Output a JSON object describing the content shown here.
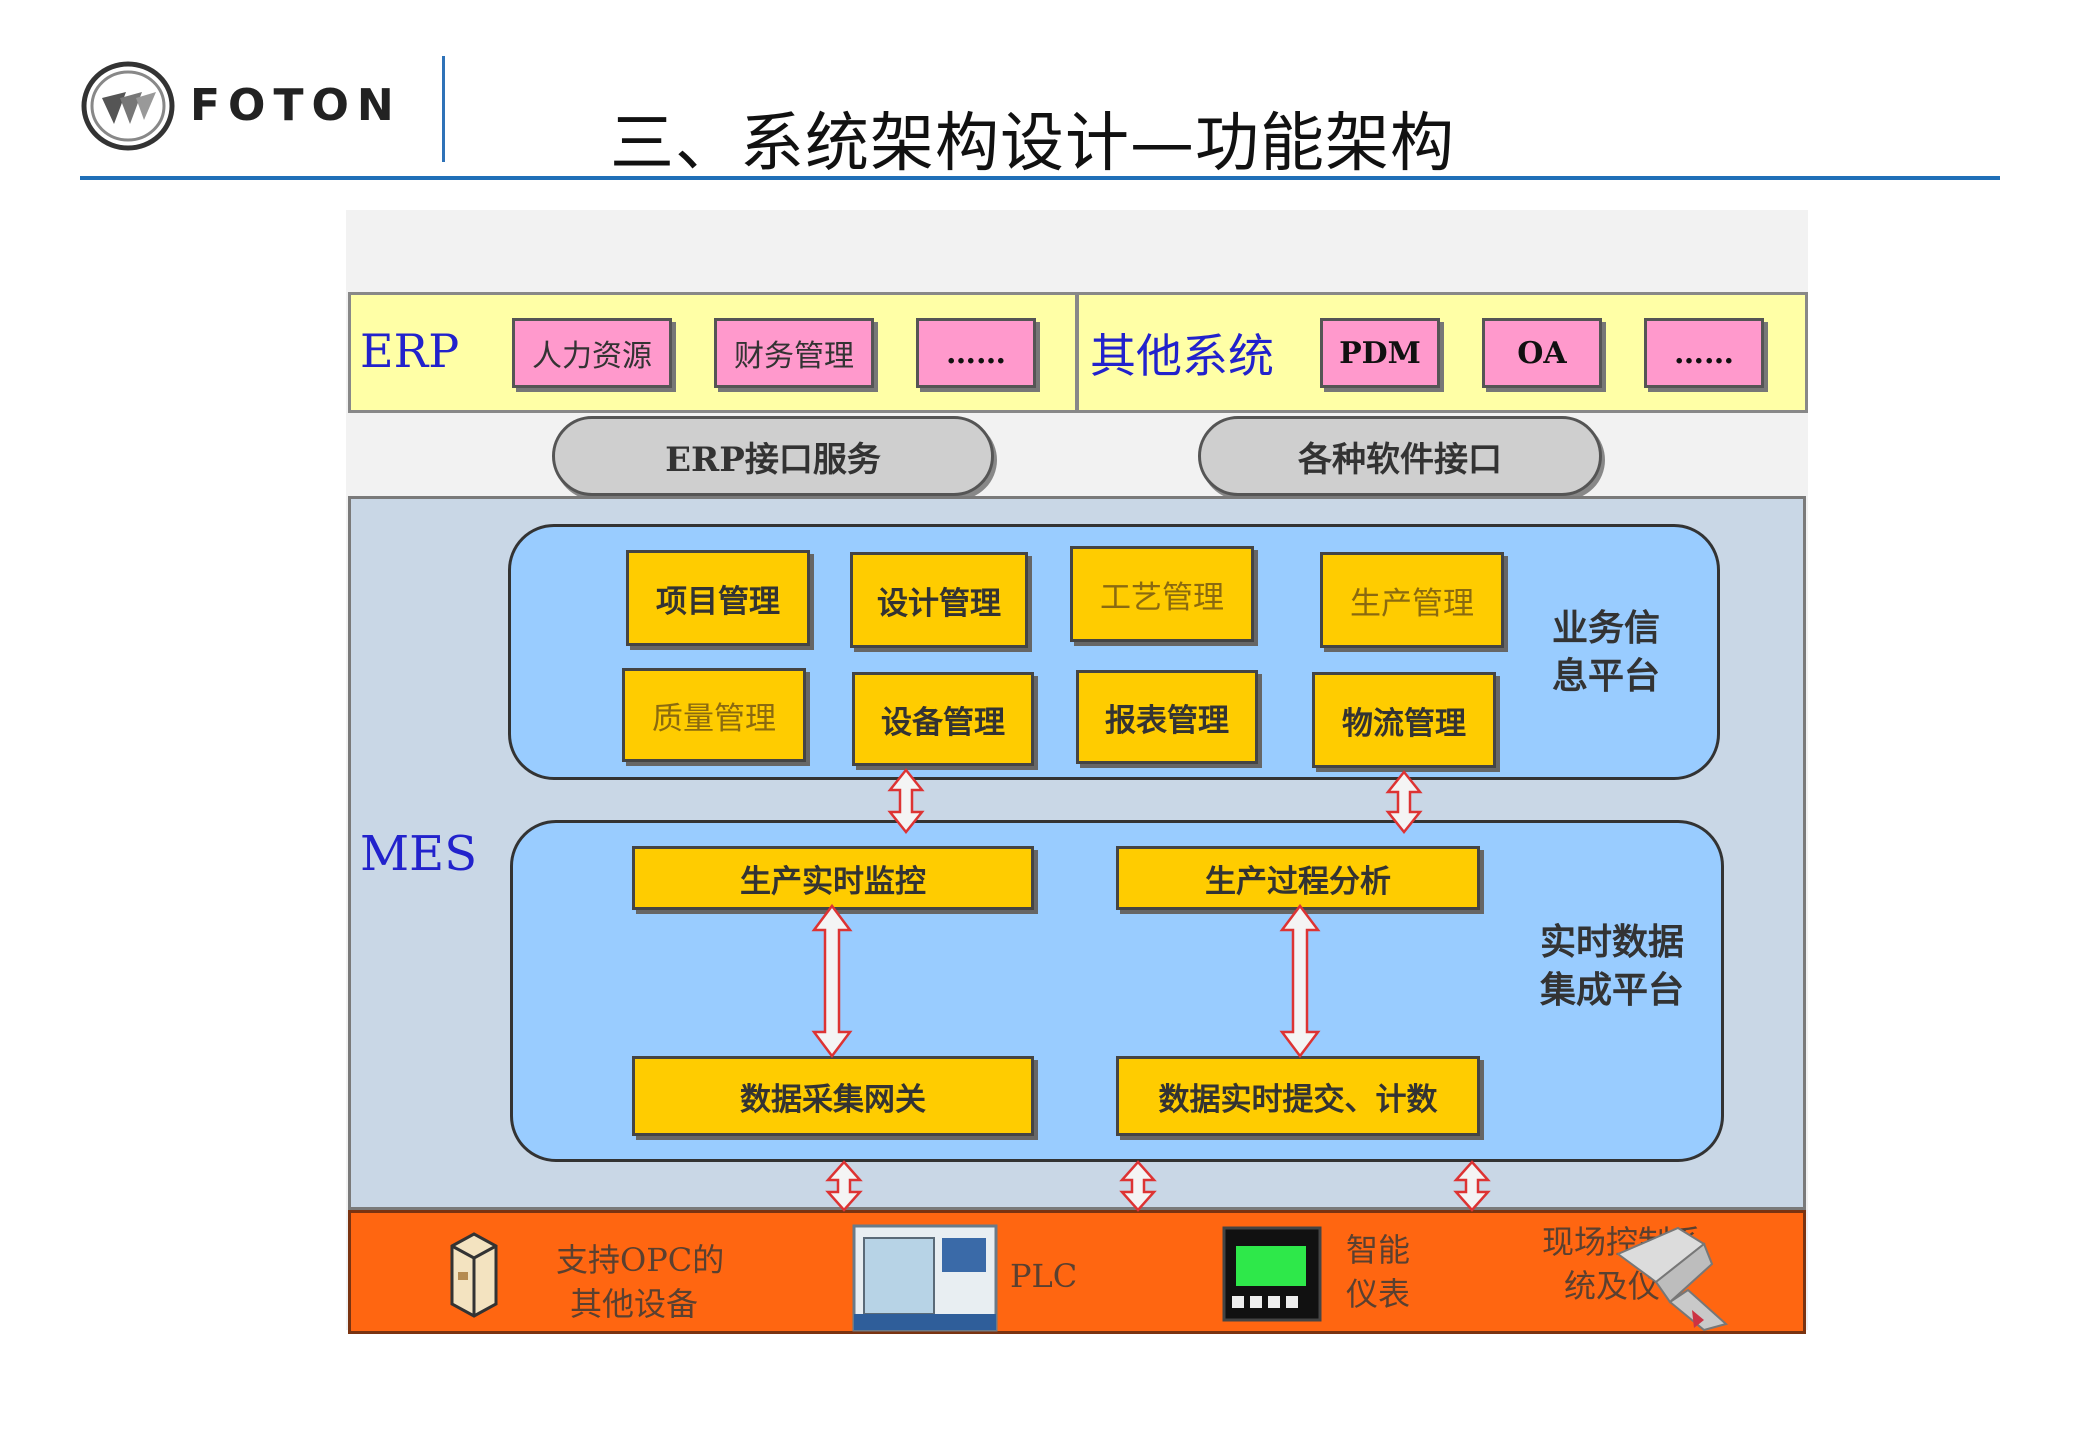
{
  "header": {
    "brand": "FOTON",
    "title": "三、系统架构设计—功能架构"
  },
  "top": {
    "erp": {
      "label": "ERP",
      "items": [
        "人力资源",
        "财务管理",
        "……"
      ]
    },
    "other": {
      "label": "其他系统",
      "items": [
        "PDM",
        "OA",
        "……"
      ]
    }
  },
  "interfaces": [
    "ERP接口服务",
    "各种软件接口"
  ],
  "mes": {
    "label": "MES",
    "business_platform": {
      "label_line1": "业务信",
      "label_line2": "息平台",
      "row1": [
        "项目管理",
        "设计管理",
        "工艺管理",
        "生产管理"
      ],
      "row2": [
        "质量管理",
        "设备管理",
        "报表管理",
        "物流管理"
      ]
    },
    "realtime_platform": {
      "label_line1": "实时数据",
      "label_line2": "集成平台",
      "top": [
        "生产实时监控",
        "生产过程分析"
      ],
      "bottom": [
        "数据采集网关",
        "数据实时提交、计数"
      ]
    }
  },
  "devices": {
    "opc_line1": "支持OPC的",
    "opc_line2": "其他设备",
    "plc": "PLC",
    "meter_line1": "智能",
    "meter_line2": "仪表",
    "field_line1": "现场控制系",
    "field_line2": "统及仪"
  },
  "colors": {
    "accent_blue": "#1f6fb8",
    "erp_band": "#ffffa6",
    "pink_box": "#ff99cc",
    "platform_blue": "#99ccff",
    "module_yellow": "#ffcc00",
    "device_orange": "#ff6611",
    "arrow_red": "#dd3333"
  }
}
